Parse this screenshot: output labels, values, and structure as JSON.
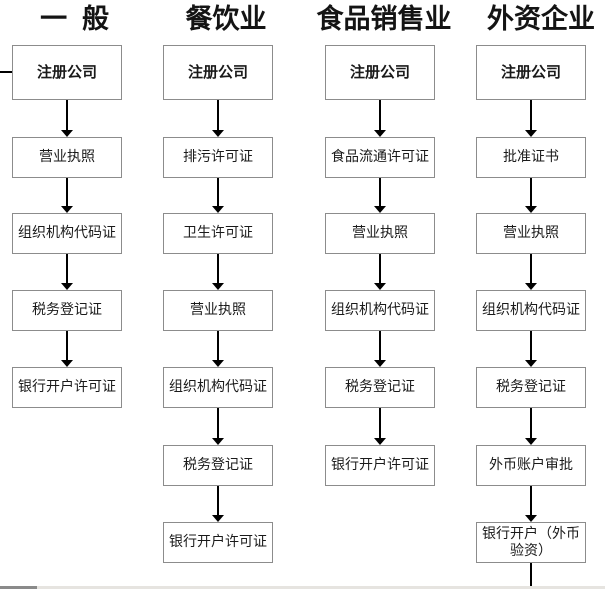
{
  "diagram": {
    "colors": {
      "box_border": "#8c8c8c",
      "box_fill": "#ffffff",
      "arrow": "#000000",
      "title_text": "#141414",
      "box_text": "#1a1a1a",
      "scrollbar_thumb": "#8a8a8a",
      "scrollbar_track": "#e6e4e0"
    },
    "columns": [
      {
        "id": "general",
        "title": "一般",
        "steps": [
          "注册公司",
          "营业执照",
          "组织机构代码证",
          "税务登记证",
          "银行开户许可证"
        ],
        "tail_line": false
      },
      {
        "id": "catering",
        "title": "餐饮业",
        "steps": [
          "注册公司",
          "排污许可证",
          "卫生许可证",
          "营业执照",
          "组织机构代码证",
          "税务登记证",
          "银行开户许可证"
        ],
        "tail_line": false
      },
      {
        "id": "food-sales",
        "title": "食品销售业",
        "steps": [
          "注册公司",
          "食品流通许可证",
          "营业执照",
          "组织机构代码证",
          "税务登记证",
          "银行开户许可证"
        ],
        "tail_line": false
      },
      {
        "id": "foreign-enterprise",
        "title": "外资企业",
        "steps": [
          "注册公司",
          "批准证书",
          "营业执照",
          "组织机构代码证",
          "税务登记证",
          "外币账户审批",
          "银行开户（外币验资）"
        ],
        "tail_line": true
      }
    ]
  }
}
